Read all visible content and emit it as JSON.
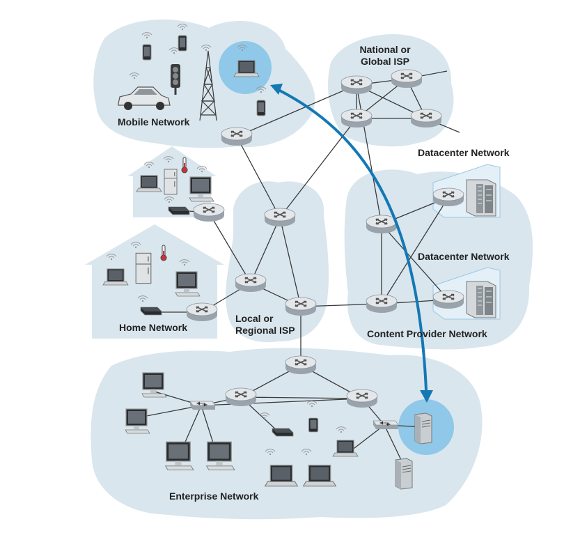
{
  "labels": {
    "mobile_network": "Mobile Network",
    "national_isp_line1": "National or",
    "national_isp_line2": "Global ISP",
    "datacenter_network_1": "Datacenter Network",
    "datacenter_network_2": "Datacenter Network",
    "home_network": "Home Network",
    "local_isp_line1": "Local or",
    "local_isp_line2": "Regional ISP",
    "content_provider_network": "Content Provider Network",
    "enterprise_network": "Enterprise Network"
  },
  "colors": {
    "region_fill": "#d9e6ee",
    "router_top": "#e4e7ea",
    "router_side": "#9aa3ab",
    "link": "#3a3a3a",
    "arrow": "#1478b4",
    "highlight": "#8fc8e8"
  },
  "icons": [
    "router-icon",
    "switch-icon",
    "laptop-icon",
    "desktop-icon",
    "smartphone-icon",
    "tablet-icon",
    "car-icon",
    "traffic-light-icon",
    "cell-tower-icon",
    "refrigerator-icon",
    "thermometer-icon",
    "modem-icon",
    "server-icon",
    "server-rack-icon"
  ]
}
